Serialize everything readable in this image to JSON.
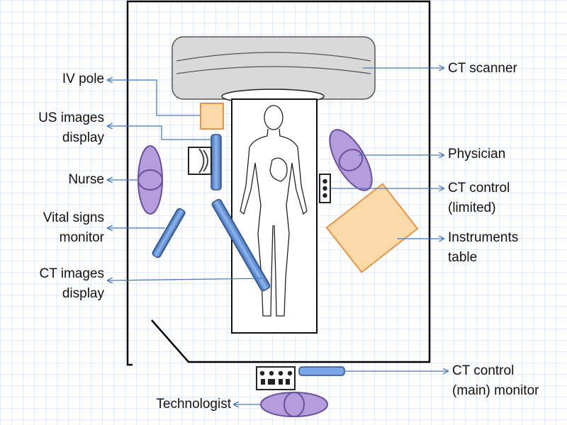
{
  "labels": {
    "ct_scanner": "CT scanner",
    "iv_pole": "IV pole",
    "us_images_display": [
      "US images",
      "display"
    ],
    "nurse": "Nurse",
    "vital_signs_monitor": [
      "Vital signs",
      "monitor"
    ],
    "ct_images_display": [
      "CT images",
      "display"
    ],
    "physician": "Physician",
    "ct_control_limited": [
      "CT control",
      "(limited)"
    ],
    "instruments_table": [
      "Instruments",
      "table"
    ],
    "ct_control_main": [
      "CT control",
      "(main) monitor"
    ],
    "technologist": "Technologist"
  },
  "colors": {
    "wall": "#000000",
    "leader_arrow": "#4a7ab8",
    "display_bar": "#5b8fd6",
    "display_bar_edge": "#2f4f86",
    "person": "#b39ddb",
    "person_edge": "#6a4f9c",
    "table": "#fcd9a8",
    "table_edge": "#e6954a",
    "scanner": "#d9d9d9"
  }
}
